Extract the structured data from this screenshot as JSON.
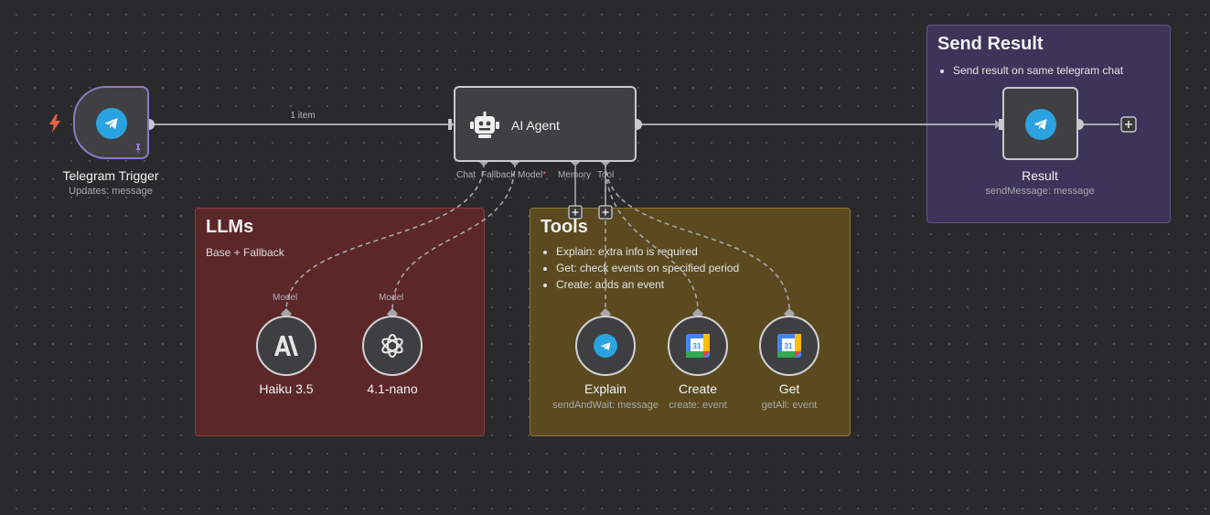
{
  "canvas": {
    "background": "#2a2a2c"
  },
  "stickies": {
    "llms": {
      "title": "LLMs",
      "description": "Base + Fallback",
      "color": "#5c2729"
    },
    "tools": {
      "title": "Tools",
      "bullets": [
        "Explain: extra info is required",
        "Get: check events on specified period",
        "Create: adds an event"
      ],
      "color": "#5b4a1f"
    },
    "send_result": {
      "title": "Send Result",
      "bullets": [
        "Send result on same telegram chat"
      ],
      "color": "#3c3459"
    }
  },
  "nodes": {
    "telegram_trigger": {
      "title": "Telegram Trigger",
      "subtitle": "Updates: message",
      "icon": "telegram-icon"
    },
    "ai_agent": {
      "title": "AI Agent",
      "icon": "robot-icon",
      "ports": {
        "chat": "Chat",
        "fallback": "Fallback Model",
        "required_mark": "*",
        "memory": "Memory",
        "tool": "Tool"
      }
    },
    "result": {
      "title": "Result",
      "subtitle": "sendMessage: message",
      "icon": "telegram-icon"
    },
    "haiku": {
      "title": "Haiku 3.5",
      "port": "Model",
      "icon": "anthropic-icon"
    },
    "nano": {
      "title": "4.1-nano",
      "port": "Model",
      "icon": "openai-icon"
    },
    "explain": {
      "title": "Explain",
      "subtitle": "sendAndWait: message",
      "icon": "telegram-icon"
    },
    "create": {
      "title": "Create",
      "subtitle": "create: event",
      "icon": "google-calendar-icon",
      "day": "31"
    },
    "get": {
      "title": "Get",
      "subtitle": "getAll: event",
      "icon": "google-calendar-icon",
      "day": "31"
    }
  },
  "connections": {
    "trigger_to_agent_label": "1 item"
  },
  "colors": {
    "telegram": "#2aa3e0",
    "trigger_accent": "#e8624a",
    "pin": "#9a7fe0",
    "required": "#ff6b6b"
  }
}
